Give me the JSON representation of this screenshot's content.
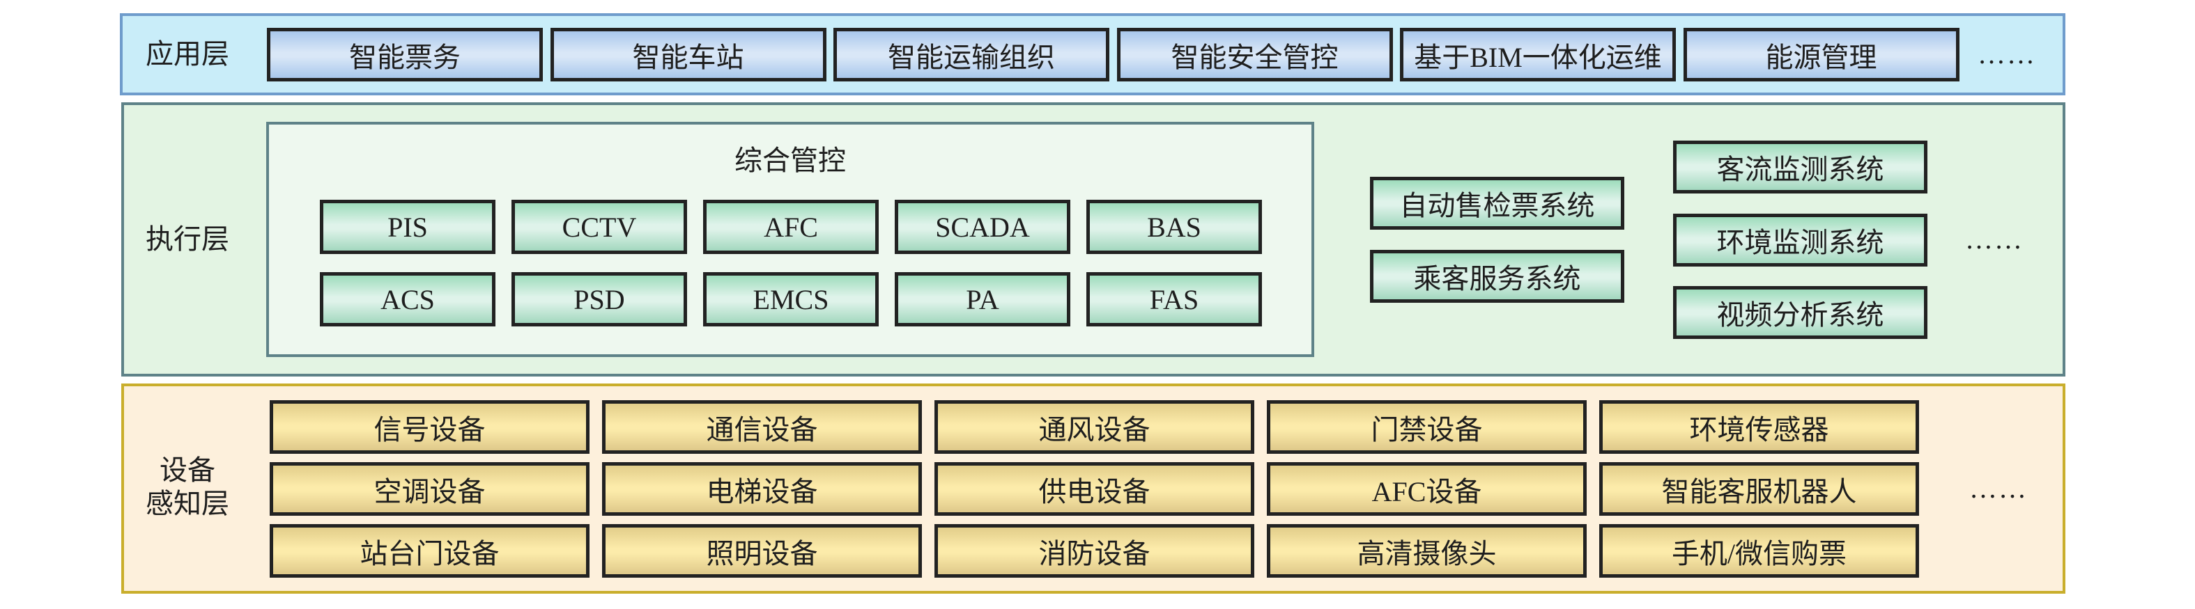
{
  "application_layer": {
    "label": "应用层",
    "items": [
      "智能票务",
      "智能车站",
      "智能运输组织",
      "智能安全管控",
      "基于BIM一体化运维",
      "能源管理"
    ],
    "more": "……"
  },
  "execution_layer": {
    "label": "执行层",
    "integrated_control": {
      "title": "综合管控",
      "rows": [
        [
          "PIS",
          "CCTV",
          "AFC",
          "SCADA",
          "BAS"
        ],
        [
          "ACS",
          "PSD",
          "EMCS",
          "PA",
          "FAS"
        ]
      ]
    },
    "middle_column": [
      "自动售检票系统",
      "乘客服务系统"
    ],
    "right_column": [
      "客流监测系统",
      "环境监测系统",
      "视频分析系统"
    ],
    "more": "……"
  },
  "device_layer": {
    "label_line1": "设备",
    "label_line2": "感知层",
    "rows": [
      [
        "信号设备",
        "通信设备",
        "通风设备",
        "门禁设备",
        "环境传感器"
      ],
      [
        "空调设备",
        "电梯设备",
        "供电设备",
        "AFC设备",
        "智能客服机器人"
      ],
      [
        "站台门设备",
        "照明设备",
        "消防设备",
        "高清摄像头",
        "手机/微信购票"
      ]
    ],
    "more": "……"
  },
  "colors": {
    "application_bg": "#c9edf9",
    "application_border": "#6f9ccc",
    "execution_bg": "#e3f4e3",
    "execution_border": "#5e8288",
    "device_bg": "#fdf0dc",
    "device_border": "#c9ae2c"
  }
}
